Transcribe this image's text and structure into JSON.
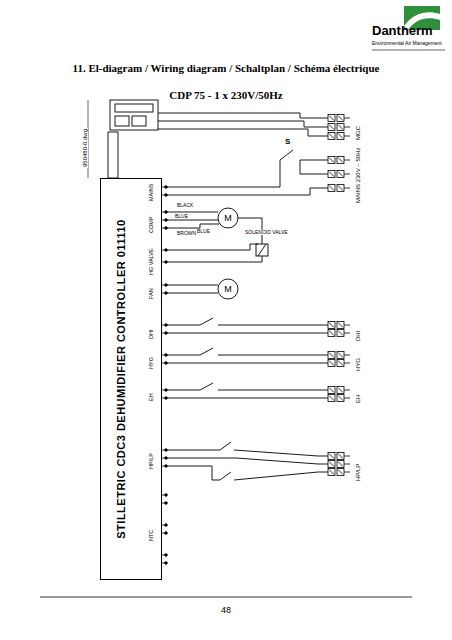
{
  "diagram": {
    "title": "11. El-diagram / Wiring diagram / Schaltplan / Schéma électrique",
    "nodes": [
      {
        "text": [
          "STILLETRIC CDC3 DEHUMIDIFIER CONTROLLER 011110"
        ]
      }
    ],
    "labels": [
      "Dantherm",
      "Environmental Air Management",
      "CDP 75 - 1 x 230V/50Hz",
      "950480-0.dwg",
      "MAINS",
      "COMP",
      "HG VALVE",
      "FAN",
      "DHI",
      "HYG",
      "EH",
      "HP/LP",
      "NTC",
      "BLACK",
      "BLUE",
      "BLUE",
      "BROWN",
      "M",
      "SOLENOID VALVE",
      "M",
      "S",
      "MGC",
      "MAINS 230V ~ 50Hz",
      "DHI",
      "HYG",
      "EH",
      "HP/LP",
      "48"
    ]
  }
}
